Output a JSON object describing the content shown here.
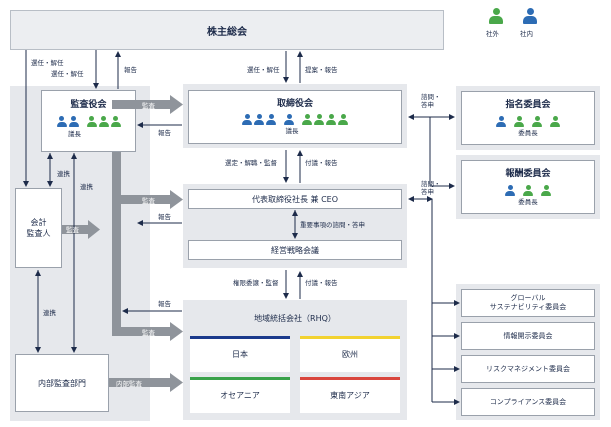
{
  "legend": {
    "outside": "社外",
    "inside": "社内",
    "outside_color": "#4aa84a",
    "inside_color": "#2d6cb4"
  },
  "shareholders": {
    "title": "株主総会"
  },
  "audit_board": {
    "title": "監査役会",
    "chair": "議長"
  },
  "board": {
    "title": "取締役会",
    "chair": "議長"
  },
  "nomination": {
    "title": "指名委員会",
    "chair": "委員長"
  },
  "compensation": {
    "title": "報酬委員会",
    "chair": "委員長"
  },
  "ceo": {
    "title": "代表取締役社長 兼 CEO"
  },
  "strategy": {
    "title": "経営戦略会議"
  },
  "accountant": {
    "line1": "会計",
    "line2": "監査人"
  },
  "internal_audit": {
    "title": "内部監査部門"
  },
  "rhq": {
    "title": "地域統括会社（RHQ）",
    "regions": [
      {
        "name": "日本",
        "color": "#1b3a8c"
      },
      {
        "name": "欧州",
        "color": "#f2d230"
      },
      {
        "name": "オセアニア",
        "color": "#3aa24a"
      },
      {
        "name": "東南アジア",
        "color": "#d9463e"
      }
    ]
  },
  "committees": [
    "グローバル\nサステナビリティ委員会",
    "情報開示委員会",
    "リスクマネジメント委員会",
    "コンプライアンス委員会"
  ],
  "labels": {
    "elect_dismiss": "選任・解任",
    "report": "報告",
    "proposal_report": "提案・報告",
    "audit": "監査",
    "consult_reply": "諮問・\n答申",
    "appoint_dismiss_supervise": "選定・解職・監督",
    "refer_report": "付議・報告",
    "cooperate": "連携",
    "important_consult": "重要事項の諮問・答申",
    "delegate_supervise": "権限委譲・監督",
    "internal_audit": "内部監査"
  }
}
